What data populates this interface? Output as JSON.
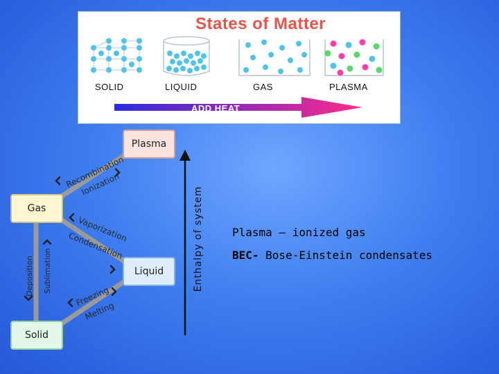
{
  "panel": {
    "title": "States of Matter",
    "states": [
      "SOLID",
      "LIQUID",
      "GAS",
      "PLASMA"
    ],
    "heat_label": "ADD HEAT"
  },
  "diagram": {
    "nodes": {
      "plasma": "Plasma",
      "gas": "Gas",
      "liquid": "Liquid",
      "solid": "Solid"
    },
    "transitions": {
      "recombination": "Recombination",
      "ionization": "Ionization",
      "vaporization": "Vaporization",
      "condensation": "Condensation",
      "freezing": "Freezing",
      "melting": "Melting",
      "deposition": "Deposition",
      "sublimation": "Sublimation"
    },
    "axis_label": "Enthalpy of system"
  },
  "notes": {
    "plasma_line": "Plasma – ionized gas",
    "bec_prefix": "BEC-",
    "bec_text": " Bose-Einstein condensates"
  },
  "colors": {
    "title": "#e8534a",
    "heat_arrow_start": "#2a2ae0",
    "heat_arrow_end": "#ff2a8a",
    "connector": "#9a9a9a"
  }
}
